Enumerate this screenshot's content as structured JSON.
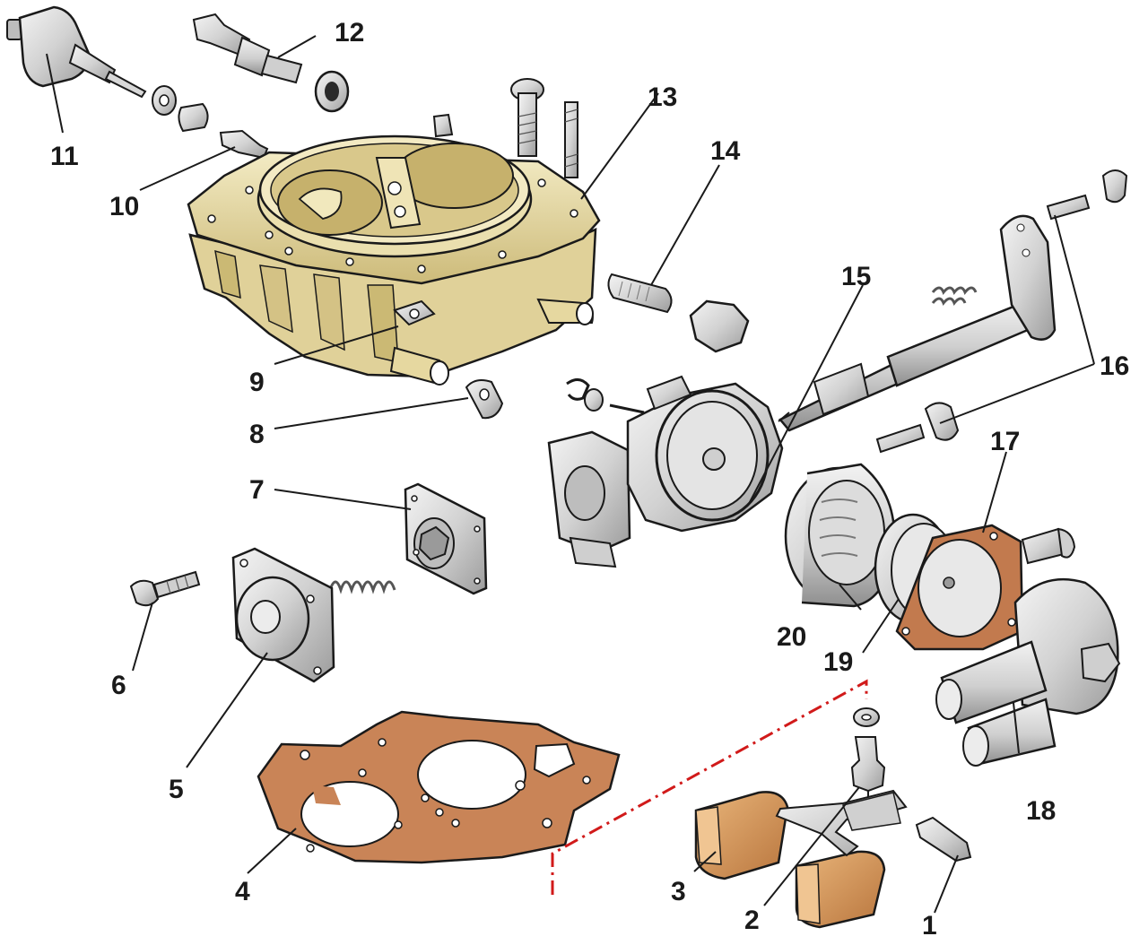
{
  "callouts": {
    "c1": "1",
    "c2": "2",
    "c3": "3",
    "c4": "4",
    "c5": "5",
    "c6": "6",
    "c7": "7",
    "c8": "8",
    "c9": "9",
    "c10": "10",
    "c11": "11",
    "c12": "12",
    "c13": "13",
    "c14": "14",
    "c15": "15",
    "c16": "16",
    "c17": "17",
    "c18": "18",
    "c19": "19",
    "c20": "20"
  },
  "colors": {
    "body_brass": "#e8dca6",
    "body_shade": "#c9b87a",
    "metal": "#d8d8d8",
    "metal_dark": "#9a9a9a",
    "gasket": "#c98a5e",
    "gasket_dark": "#8a4f2c",
    "float": "#c98a4a",
    "dash_line": "#d11a1a",
    "ink": "#1a1a1a"
  }
}
